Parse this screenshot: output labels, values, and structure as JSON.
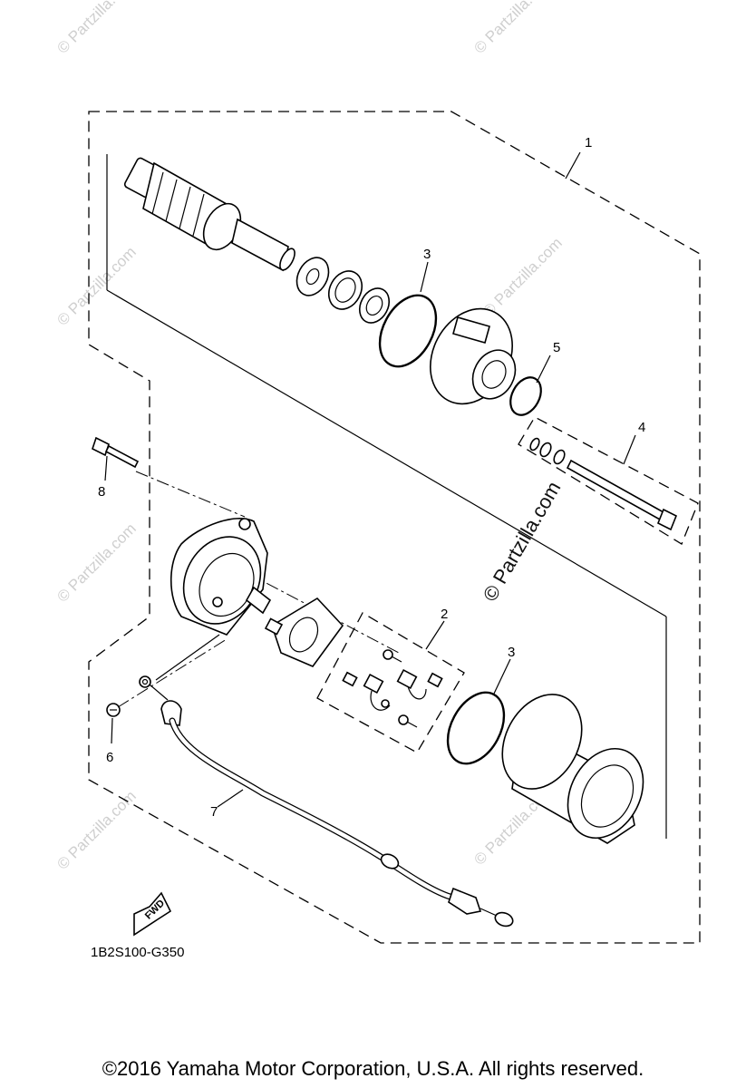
{
  "callouts": {
    "c1": "1",
    "c2": "2",
    "c3a": "3",
    "c3b": "3",
    "c4": "4",
    "c5": "5",
    "c6": "6",
    "c7": "7",
    "c8": "8"
  },
  "diagram_code": "1B2S100-G350",
  "fwd_label": "FWD",
  "watermark_center": "© Partzilla.com",
  "watermark_faint": "© Partzilla.com",
  "copyright": "©2016  Yamaha Motor Corporation, U.S.A. All rights reserved."
}
